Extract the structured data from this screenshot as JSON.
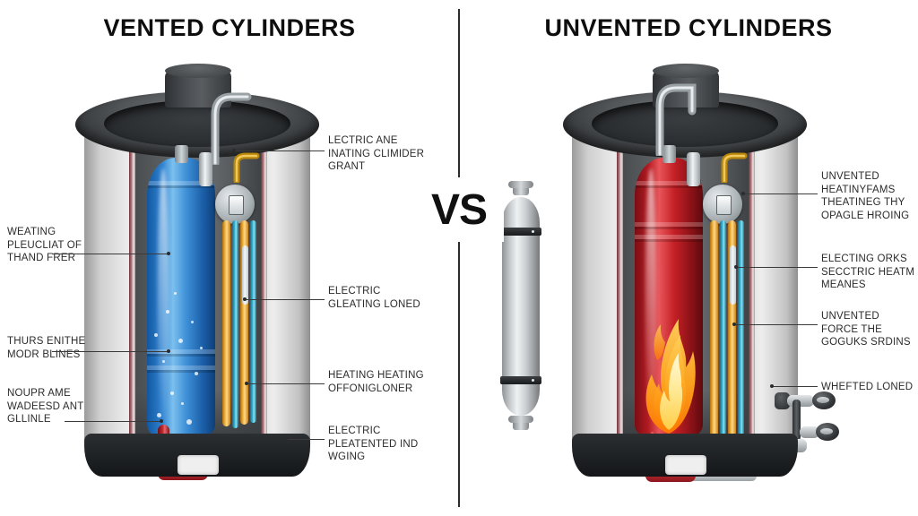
{
  "panels": {
    "left": {
      "title": "VENTED CYLINDERS",
      "labels_left": [
        {
          "text": "WEATING\nPLEUCLIAT OF\nTHAND FRER"
        },
        {
          "text": "THURS ENITHE\nMODR BLINES"
        },
        {
          "text": "NOUPR AME\nWADEESD ANT\nGLLINLE"
        }
      ],
      "labels_right": [
        {
          "text": "LECTRIC ANE\nINATING CLIMIDER\nGRANT"
        },
        {
          "text": "ELECTRIC\nGLEATING LONED"
        },
        {
          "text": "HEATING HEATING\nOFFONIGLONER"
        },
        {
          "text": "ELECTRIC\nPLEATENTED IND\nWGING"
        }
      ]
    },
    "right": {
      "title": "UNVENTED CYLINDERS",
      "labels_right": [
        {
          "text": "UNVENTED\nHEATINYFAMS\nTHEATINEG THY\nOPAGLE HROING"
        },
        {
          "text": "ELECTING ORKS\nSECCTRIC HEATM\nMEANES"
        },
        {
          "text": "UNVENTED\nFORCE THE\nGOGUKS SRDINS"
        },
        {
          "text": "WHEFTED LONED"
        }
      ]
    }
  },
  "divider": {
    "vs_label": "VS"
  },
  "colors": {
    "background": "#ffffff",
    "title_text": "#0e0e0e",
    "label_text": "#2b2b2b",
    "leader_line": "#3a3a3a",
    "shell_metal": "#d8d8d8",
    "rim_dark": "#3b3e41",
    "vented_vessel": "#2f82d0",
    "unvented_vessel": "#b31b22",
    "flame_outer": "#f59a1e",
    "flame_inner": "#ffe27a",
    "pipe_orange": "#f2b544",
    "pipe_teal": "#36b6d4",
    "pipe_red": "#c1252c",
    "pipe_blue": "#3f9fe0",
    "base_dark": "#1d2023"
  }
}
